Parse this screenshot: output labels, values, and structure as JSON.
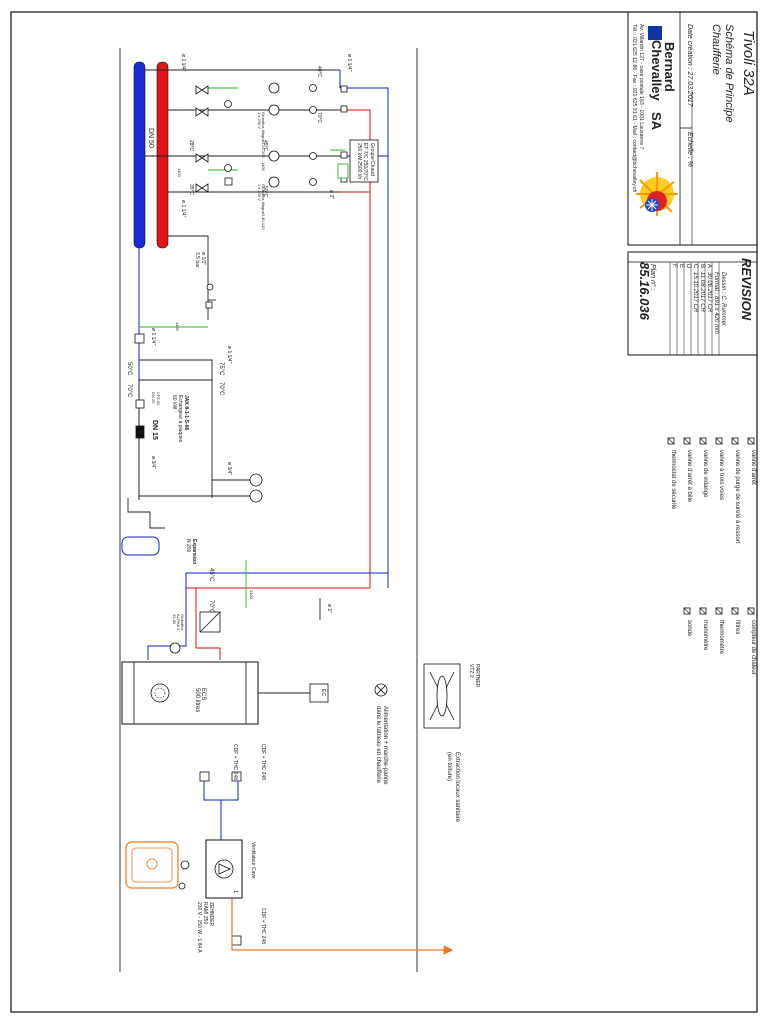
{
  "colors": {
    "line": "#222222",
    "hot": "#dd1111",
    "cold": "#1122cc",
    "green": "#22bb22",
    "orange": "#ee7722",
    "border": "#111111"
  },
  "title_block": {
    "project": "Tivoli 32A",
    "drawing": "Schéma de Principe",
    "subject": "Chaufferie",
    "date_label": "Date création : 27.03.2017",
    "scale_label": "Echelle : %",
    "company_1": "Bernard",
    "company_2": "Chevalley",
    "company_suffix": "SA",
    "address": "Av. Villardin 127 - case postale 163 - 1001 Lausanne 7",
    "contact": "Tél. : 021 625 12 86 - Fax : 021 625 91 61 - Mail : contact@bchevalley.ch",
    "logo_icon": "company-sun-snowflake-logo"
  },
  "revision": {
    "title": "REVISION",
    "rows": [
      {
        "letter": "",
        "text": "Dessin : C. Rummel"
      },
      {
        "letter": "",
        "text": "Format : 891 x 420 mm"
      },
      {
        "letter": "A",
        "text": "30.06.2017 CR"
      },
      {
        "letter": "B",
        "text": "11.08.2017 CR"
      },
      {
        "letter": "C",
        "text": "15.10.2017 CR"
      },
      {
        "letter": "D",
        "text": ""
      },
      {
        "letter": "E",
        "text": ""
      },
      {
        "letter": "F",
        "text": ""
      }
    ],
    "plan_label": "Plan n° :",
    "plan_number": "85.16.036"
  },
  "legend": {
    "items": [
      {
        "icon": "valve-stop-icon",
        "label": "vanne d'arrêt"
      },
      {
        "icon": "spring-safety-valve-icon",
        "label": "vanne de purge de sureté à ressort"
      },
      {
        "icon": "three-way-valve-icon",
        "label": "vanne à trois voies"
      },
      {
        "icon": "drain-valve-icon",
        "label": "vanne de vidange"
      },
      {
        "icon": "ball-valve-icon",
        "label": "vanne d'arrêt à bille"
      },
      {
        "icon": "thermostat-icon",
        "label": "thermostat de sécurité"
      },
      {
        "icon": "heat-meter-icon",
        "label": "compteur de chaleur"
      },
      {
        "icon": "filter-icon",
        "label": "filtres"
      },
      {
        "icon": "thermometer-icon",
        "label": "thermomètre"
      },
      {
        "icon": "manometer-icon",
        "label": "manomètre"
      },
      {
        "icon": "probe-icon",
        "label": "sonde"
      }
    ]
  },
  "schema": {
    "pipe_labels": [
      "ø 1 1/4\"",
      "ø 1 1/4\"",
      "ø 1 1/4\"",
      "ø 1 1/4\"",
      "ø 1 1/4\"",
      "ø 2\"",
      "ø 1/2\"",
      "ø 3/4\"",
      "ø 3/4\"",
      "ø 1\""
    ],
    "temps": {
      "t40": "40°C",
      "t70": "70°C",
      "t28": "28°C",
      "t45a": "45°C",
      "t35": "35°C",
      "t50": "50°C",
      "t75": "75°C",
      "t70b": "70°C",
      "t45b": "45°C",
      "t70c": "70°C"
    },
    "bottle": "DN 50",
    "boiler": [
      "Groupe Chaud",
      "ET 7/C 250/70°C",
      "250 kW 2500 l/h"
    ],
    "pump1": [
      "Grundfos Magna3 32-100",
      "1 x 230 V"
    ],
    "pump2": [
      "Grundfos Magna3 40-120",
      "1 x 230 V"
    ],
    "safety": [
      "ø 1/2\"",
      "3.5 bar"
    ],
    "dim": [
      "1400",
      "1400",
      "1400",
      "1400"
    ],
    "hx": [
      "JAK 8-1-1-S-66",
      "Echangeur à plaques",
      "60 kW"
    ],
    "vfz": [
      "VFZ-20",
      "DN 20"
    ],
    "dn15": "DN 15",
    "expansion": [
      "Expansion",
      "N 200"
    ],
    "pump3": [
      "Grundfos",
      "ALPHA 2",
      "32-60"
    ],
    "ecs": [
      "ECS",
      "500 litres"
    ],
    "ec": "EC",
    "partner": [
      "PARTNER",
      "VTZ 2"
    ],
    "extraction": [
      "Extraction locaux sanitaire",
      "(en toiture)"
    ],
    "alimentation": [
      "Alimentation + marche-panne",
      "dans le tableau en chaufferie"
    ],
    "cdf1": "CDF + THC 248",
    "cdf2": "CDF + THC 248",
    "cdf3": "CDF + THC 248",
    "ventilator": "Ventilateur Cave",
    "zoehnder": [
      "ZEHNDER",
      "RAMI 250",
      "230 V - 150 W - 1.84 A"
    ],
    "vent_num": "1"
  }
}
